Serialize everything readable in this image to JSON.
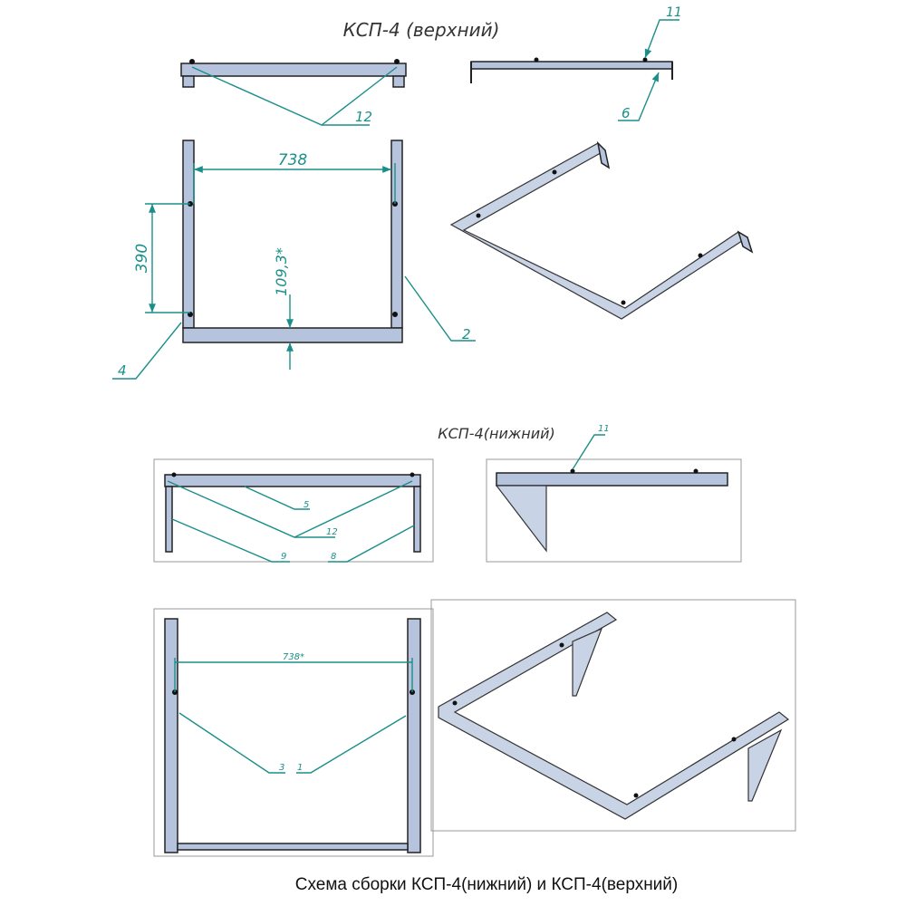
{
  "title_upper": "КСП-4 (верхний)",
  "title_lower": "КСП-4(нижний)",
  "caption": "Схема сборки КСП-4(нижний) и КСП-4(верхний)",
  "upper_labels": {
    "l12": "12",
    "l11": "11",
    "l6": "6",
    "l2": "2",
    "l4": "4"
  },
  "upper_dims": {
    "width": "738",
    "height": "390",
    "offset": "109,3*"
  },
  "lower_labels": {
    "l5": "5",
    "l12": "12",
    "l9": "9",
    "l8": "8",
    "l11": "11",
    "l3": "3",
    "l1": "1"
  },
  "lower_dims": {
    "width": "738*"
  },
  "colors": {
    "leader": "#1a8f8a",
    "frame": "#b6c3dc"
  }
}
